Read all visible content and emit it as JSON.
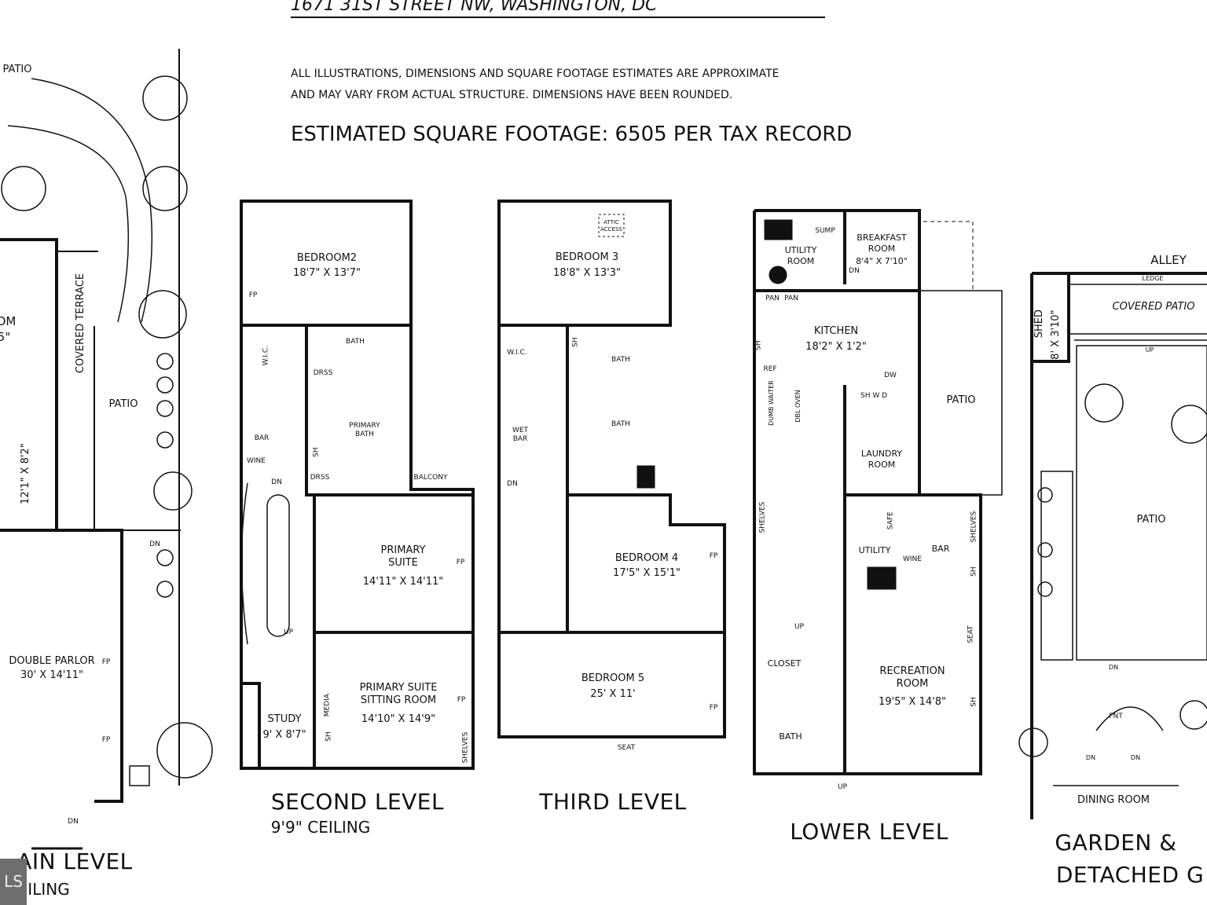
{
  "header": {
    "address": "1671 31ST STREET NW, WASHINGTON, DC",
    "disclaimer_line1": "ALL ILLUSTRATIONS, DIMENSIONS AND SQUARE FOOTAGE ESTIMATES ARE APPROXIMATE",
    "disclaimer_line2": "AND MAY VARY FROM ACTUAL STRUCTURE. DIMENSIONS HAVE BEEN ROUNDED.",
    "square_footage": "ESTIMATED SQUARE FOOTAGE: 6505 PER TAX RECORD"
  },
  "main_level": {
    "title": "AIN LEVEL",
    "ceiling": "ILING",
    "rooms": {
      "patio_top": "PATIO",
      "room_partial": "OM",
      "room_partial_dim": "5\"",
      "covered_terrace": "COVERED TERRACE",
      "patio": "PATIO",
      "porch_dim": "12'1\" X 8'2\"",
      "double_parlor": "DOUBLE PARLOR",
      "double_parlor_dim": "30' X 14'11\"",
      "fp1": "FP",
      "fp2": "FP",
      "dn1": "DN",
      "dn2": "DN"
    }
  },
  "second_level": {
    "title": "SECOND LEVEL",
    "ceiling": "9'9\" CEILING",
    "rooms": {
      "bedroom2": "BEDROOM2",
      "bedroom2_dim": "18'7\" X 13'7\"",
      "fp_bed2": "FP",
      "wic": "W.I.C.",
      "bath": "BATH",
      "drss1": "DRSS",
      "drss2": "DRSS",
      "primary_bath": "PRIMARY BATH",
      "sh": "SH",
      "bar": "BAR",
      "wine": "WINE",
      "balcony": "BALCONY",
      "dn": "DN",
      "up": "UP",
      "primary_suite": "PRIMARY SUITE",
      "primary_suite_dim": "14'11\" X 14'11\"",
      "fp_suite": "FP",
      "sitting_room": "PRIMARY SUITE SITTING ROOM",
      "sitting_room_dim": "14'10\" X 14'9\"",
      "fp_sitting": "FP",
      "media": "MEDIA",
      "sh2": "SH",
      "shelves": "SHELVES",
      "study": "STUDY",
      "study_dim": "9' X 8'7\""
    }
  },
  "third_level": {
    "title": "THIRD LEVEL",
    "rooms": {
      "attic": "ATTIC ACCESS",
      "bedroom3": "BEDROOM 3",
      "bedroom3_dim": "18'8\" X 13'3\"",
      "wic": "W.I.C.",
      "sh": "SH",
      "bath1": "BATH",
      "bath2": "BATH",
      "wet_bar": "WET BAR",
      "dn": "DN",
      "bedroom4": "BEDROOM 4",
      "bedroom4_dim": "17'5\" X 15'1\"",
      "fp4": "FP",
      "bedroom5": "BEDROOM 5",
      "bedroom5_dim": "25' X 11'",
      "fp5": "FP",
      "seat": "SEAT"
    }
  },
  "lower_level": {
    "title": "LOWER LEVEL",
    "rooms": {
      "utility_room": "UTILITY ROOM",
      "sump": "SUMP",
      "breakfast": "BREAKFAST ROOM",
      "breakfast_dim": "8'4\" X 7'10\"",
      "dn": "DN",
      "pan1": "PAN",
      "pan2": "PAN",
      "kitchen": "KITCHEN",
      "kitchen_dim": "18'2\" X 1'2\"",
      "sh": "SH",
      "ref": "REF",
      "dw": "DW",
      "dumb_waiter": "DUMB WAITER",
      "dbl_oven": "DBL OVEN",
      "sh_w_d": "SH  W  D",
      "laundry": "LAUNDRY ROOM",
      "patio": "PATIO",
      "utility": "UTILITY",
      "safe": "SAFE",
      "wine": "WINE",
      "bar": "BAR",
      "shelves": "SHELVES",
      "shelves2": "SHELVES",
      "sh2": "SH",
      "sh3": "SH",
      "seat": "SEAT",
      "up": "UP",
      "closet": "CLOSET",
      "recreation": "RECREATION ROOM",
      "recreation_dim": "19'5\" X 14'8\"",
      "bath": "BATH",
      "up2": "UP"
    }
  },
  "garden": {
    "title_line1": "GARDEN &",
    "title_line2": "DETACHED G",
    "rooms": {
      "alley": "ALLEY",
      "ledge": "LEDGE",
      "covered_patio": "COVERED PATIO",
      "shed": "SHED",
      "shed_dim": "8' X 3'10\"",
      "up": "UP",
      "patio": "PATIO",
      "dn": "DN",
      "fnt": "FNT",
      "dn1": "DN",
      "dn2": "DN",
      "dining_room": "DINING ROOM"
    }
  },
  "watermark_badge": "LS"
}
